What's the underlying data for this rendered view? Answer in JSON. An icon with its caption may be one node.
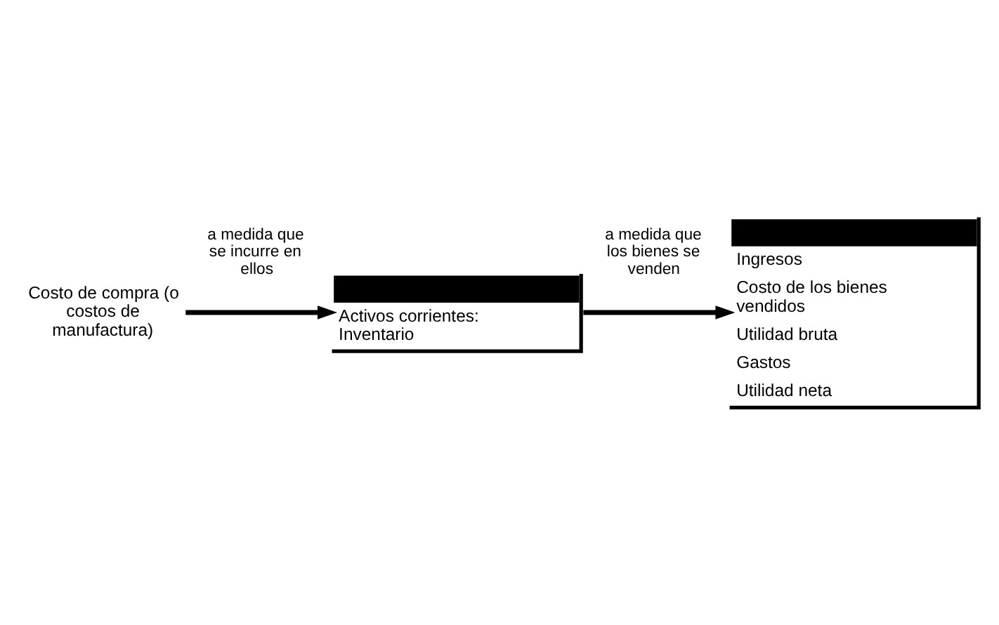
{
  "diagram": {
    "nodes": [
      {
        "text": [
          "Costo de compra (o costos de manufactura)"
        ]
      },
      {
        "text": [
          "Activos corrientes: Inventario"
        ]
      },
      {
        "text": [
          "Ingresos",
          "Costo de los bienes vendidos",
          "Utilidad bruta",
          "Gastos",
          "Utilidad neta"
        ]
      }
    ],
    "edges": [
      {
        "from": 0,
        "to": 1,
        "arrow": "to",
        "label": "a medida que se incurre en ellos"
      },
      {
        "from": 1,
        "to": 2,
        "arrow": "to",
        "label": "a medida que los bienes se venden"
      }
    ]
  }
}
